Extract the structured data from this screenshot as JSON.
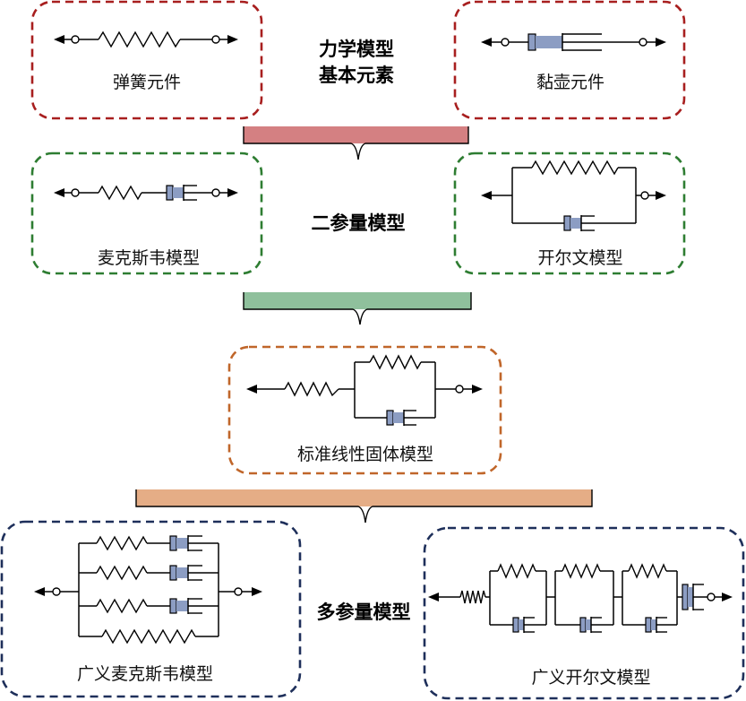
{
  "categories": {
    "basic_line1": "力学模型",
    "basic_line2": "基本元素",
    "two_param": "二参量模型",
    "multi_param": "多参量模型"
  },
  "models": {
    "spring": "弹簧元件",
    "dashpot": "黏壶元件",
    "maxwell": "麦克斯韦模型",
    "kelvin": "开尔文模型",
    "sls": "标准线性固体模型",
    "gen_maxwell": "广义麦克斯韦模型",
    "gen_kelvin": "广义开尔文模型"
  },
  "colors": {
    "red": "#a81f1f",
    "green": "#2e7d32",
    "orange": "#c0662a",
    "navy": "#1e2f5a",
    "bar_red": "#d48082",
    "bar_green": "#8fc09c",
    "bar_orange": "#e5ad86",
    "piston": "#8c9dc3"
  }
}
